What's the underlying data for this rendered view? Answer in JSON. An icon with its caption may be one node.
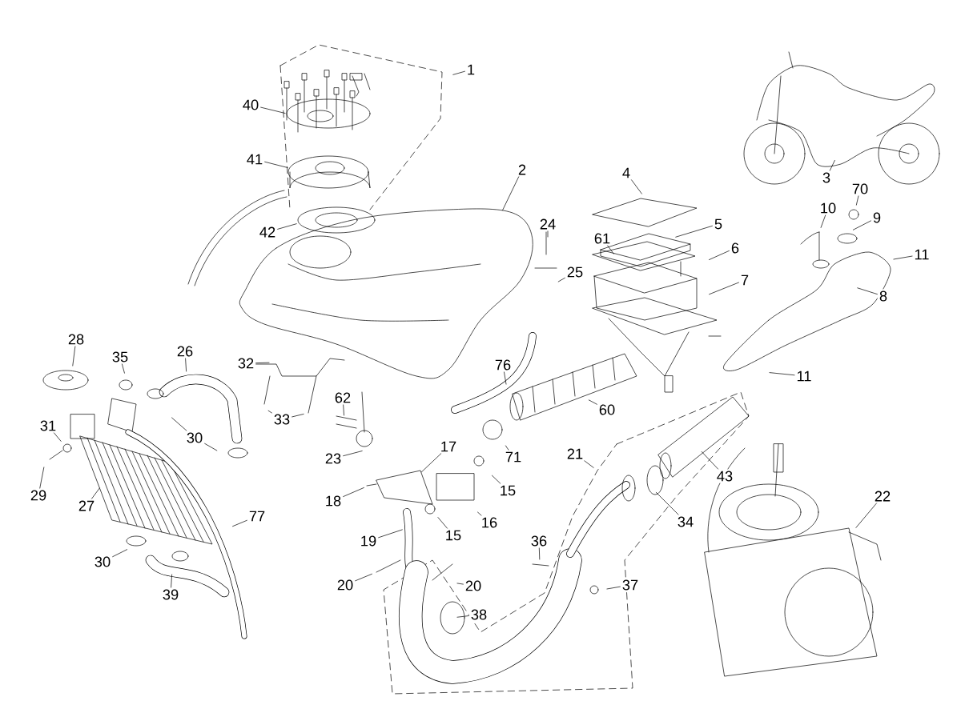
{
  "diagram": {
    "nodes": [
      {
        "text": [
          "1"
        ]
      },
      {
        "text": [
          "40"
        ]
      },
      {
        "text": [
          "41"
        ]
      },
      {
        "text": [
          "42"
        ]
      },
      {
        "text": [
          "2"
        ]
      },
      {
        "text": [
          "24"
        ]
      },
      {
        "text": [
          "25"
        ]
      },
      {
        "text": [
          "4"
        ]
      },
      {
        "text": [
          "5"
        ]
      },
      {
        "text": [
          "61"
        ]
      },
      {
        "text": [
          "6"
        ]
      },
      {
        "text": [
          "7"
        ]
      },
      {
        "text": [
          "3"
        ]
      },
      {
        "text": [
          "10"
        ]
      },
      {
        "text": [
          "70"
        ]
      },
      {
        "text": [
          "9"
        ]
      },
      {
        "text": [
          "11"
        ]
      },
      {
        "text": [
          "8"
        ]
      },
      {
        "text": [
          "11"
        ]
      },
      {
        "text": [
          "28"
        ]
      },
      {
        "text": [
          "35"
        ]
      },
      {
        "text": [
          "26"
        ]
      },
      {
        "text": [
          "32"
        ]
      },
      {
        "text": [
          "33"
        ]
      },
      {
        "text": [
          "62"
        ]
      },
      {
        "text": [
          "76"
        ]
      },
      {
        "text": [
          "60"
        ]
      },
      {
        "text": [
          "31"
        ]
      },
      {
        "text": [
          "30"
        ]
      },
      {
        "text": [
          "23"
        ]
      },
      {
        "text": [
          "17"
        ]
      },
      {
        "text": [
          "71"
        ]
      },
      {
        "text": [
          "21"
        ]
      },
      {
        "text": [
          "43"
        ]
      },
      {
        "text": [
          "29"
        ]
      },
      {
        "text": [
          "27"
        ]
      },
      {
        "text": [
          "18"
        ]
      },
      {
        "text": [
          "15"
        ]
      },
      {
        "text": [
          "16"
        ]
      },
      {
        "text": [
          "77"
        ]
      },
      {
        "text": [
          "34"
        ]
      },
      {
        "text": [
          "15"
        ]
      },
      {
        "text": [
          "22"
        ]
      },
      {
        "text": [
          "19"
        ]
      },
      {
        "text": [
          "30"
        ]
      },
      {
        "text": [
          "39"
        ]
      },
      {
        "text": [
          "36"
        ]
      },
      {
        "text": [
          "37"
        ]
      },
      {
        "text": [
          "20"
        ]
      },
      {
        "text": [
          "20"
        ]
      },
      {
        "text": [
          "38"
        ]
      }
    ],
    "edges": [
      {
        "from": 0,
        "to": null,
        "arrow": "none"
      },
      {
        "from": 1,
        "to": null,
        "arrow": "none"
      },
      {
        "from": 2,
        "to": null,
        "arrow": "none"
      },
      {
        "from": 3,
        "to": null,
        "arrow": "none"
      },
      {
        "from": 4,
        "to": null,
        "arrow": "none"
      },
      {
        "from": 5,
        "to": null,
        "arrow": "none"
      },
      {
        "from": 6,
        "to": null,
        "arrow": "none"
      },
      {
        "from": 7,
        "to": null,
        "arrow": "none"
      },
      {
        "from": 8,
        "to": null,
        "arrow": "none"
      },
      {
        "from": 9,
        "to": null,
        "arrow": "none"
      },
      {
        "from": 10,
        "to": null,
        "arrow": "none"
      },
      {
        "from": 11,
        "to": null,
        "arrow": "none"
      },
      {
        "from": 12,
        "to": null,
        "arrow": "none"
      },
      {
        "from": 13,
        "to": null,
        "arrow": "none"
      },
      {
        "from": 14,
        "to": null,
        "arrow": "none"
      },
      {
        "from": 15,
        "to": null,
        "arrow": "none"
      },
      {
        "from": 16,
        "to": null,
        "arrow": "none"
      },
      {
        "from": 17,
        "to": null,
        "arrow": "none"
      },
      {
        "from": 18,
        "to": null,
        "arrow": "none"
      },
      {
        "from": 19,
        "to": null,
        "arrow": "none"
      },
      {
        "from": 20,
        "to": null,
        "arrow": "none"
      },
      {
        "from": 21,
        "to": null,
        "arrow": "none"
      },
      {
        "from": 22,
        "to": null,
        "arrow": "none"
      },
      {
        "from": 23,
        "to": null,
        "arrow": "none"
      },
      {
        "from": 24,
        "to": null,
        "arrow": "none"
      },
      {
        "from": 25,
        "to": null,
        "arrow": "none"
      },
      {
        "from": 26,
        "to": null,
        "arrow": "none"
      },
      {
        "from": 27,
        "to": null,
        "arrow": "none"
      },
      {
        "from": 28,
        "to": null,
        "arrow": "none"
      },
      {
        "from": 29,
        "to": null,
        "arrow": "none"
      },
      {
        "from": 30,
        "to": null,
        "arrow": "none"
      },
      {
        "from": 31,
        "to": null,
        "arrow": "none"
      },
      {
        "from": 32,
        "to": null,
        "arrow": "none"
      },
      {
        "from": 33,
        "to": null,
        "arrow": "none"
      },
      {
        "from": 34,
        "to": null,
        "arrow": "none"
      },
      {
        "from": 35,
        "to": null,
        "arrow": "none"
      },
      {
        "from": 36,
        "to": null,
        "arrow": "none"
      },
      {
        "from": 37,
        "to": null,
        "arrow": "none"
      },
      {
        "from": 38,
        "to": null,
        "arrow": "none"
      },
      {
        "from": 39,
        "to": null,
        "arrow": "none"
      },
      {
        "from": 40,
        "to": null,
        "arrow": "none"
      },
      {
        "from": 41,
        "to": null,
        "arrow": "none"
      },
      {
        "from": 42,
        "to": null,
        "arrow": "none"
      },
      {
        "from": 43,
        "to": null,
        "arrow": "none"
      },
      {
        "from": 44,
        "to": null,
        "arrow": "none"
      },
      {
        "from": 45,
        "to": null,
        "arrow": "none"
      },
      {
        "from": 46,
        "to": null,
        "arrow": "none"
      },
      {
        "from": 47,
        "to": null,
        "arrow": "none"
      },
      {
        "from": 48,
        "to": null,
        "arrow": "none"
      },
      {
        "from": 49,
        "to": null,
        "arrow": "none"
      },
      {
        "from": 50,
        "to": null,
        "arrow": "none"
      },
      {
        "from": 23,
        "to": null,
        "arrow": "none"
      },
      {
        "from": 28,
        "to": null,
        "arrow": "none"
      }
    ]
  }
}
